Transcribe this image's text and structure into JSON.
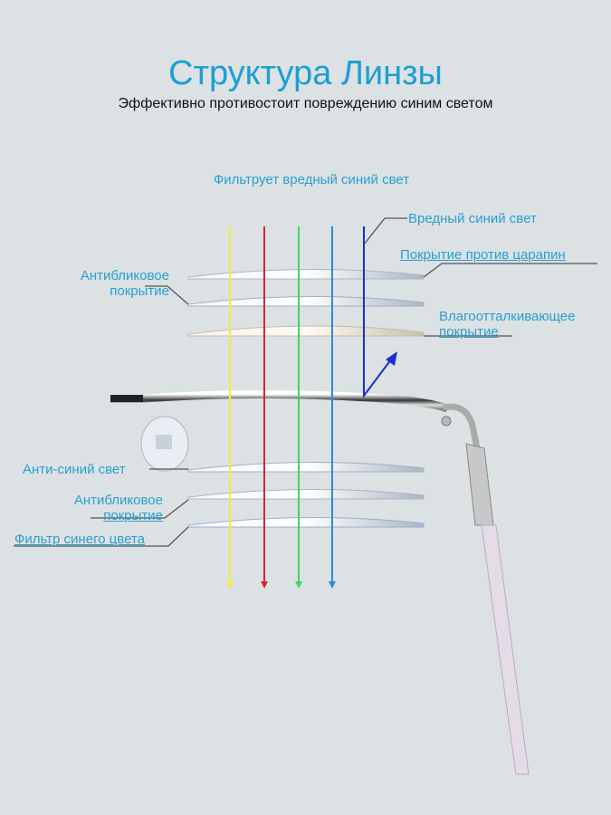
{
  "title": "Структура Линзы",
  "subtitle": "Эффективно противостоит повреждению синим светом",
  "filter_caption": "Фильтрует вредный синий свет",
  "labels": {
    "harmful_blue": "Вредный синий свет",
    "scratch": "Покрытие против царапин",
    "antiglare_top_1": "Антибликовое",
    "antiglare_top_2": "покрытие",
    "water_1": "Влагоотталкивающее",
    "water_2": "покрытие",
    "anti_blue": "Анти-синий свет",
    "antiglare_bottom_1": "Антибликовое",
    "antiglare_bottom_2": "покрытие",
    "blue_filter": "Фильтр синего цвета"
  },
  "colors": {
    "accent": "#1b9fd5",
    "yellow": "#f2ee3a",
    "red": "#e02030",
    "green": "#3fd46a",
    "blue": "#2a8ae0",
    "harmful": "#1a2fd0"
  }
}
